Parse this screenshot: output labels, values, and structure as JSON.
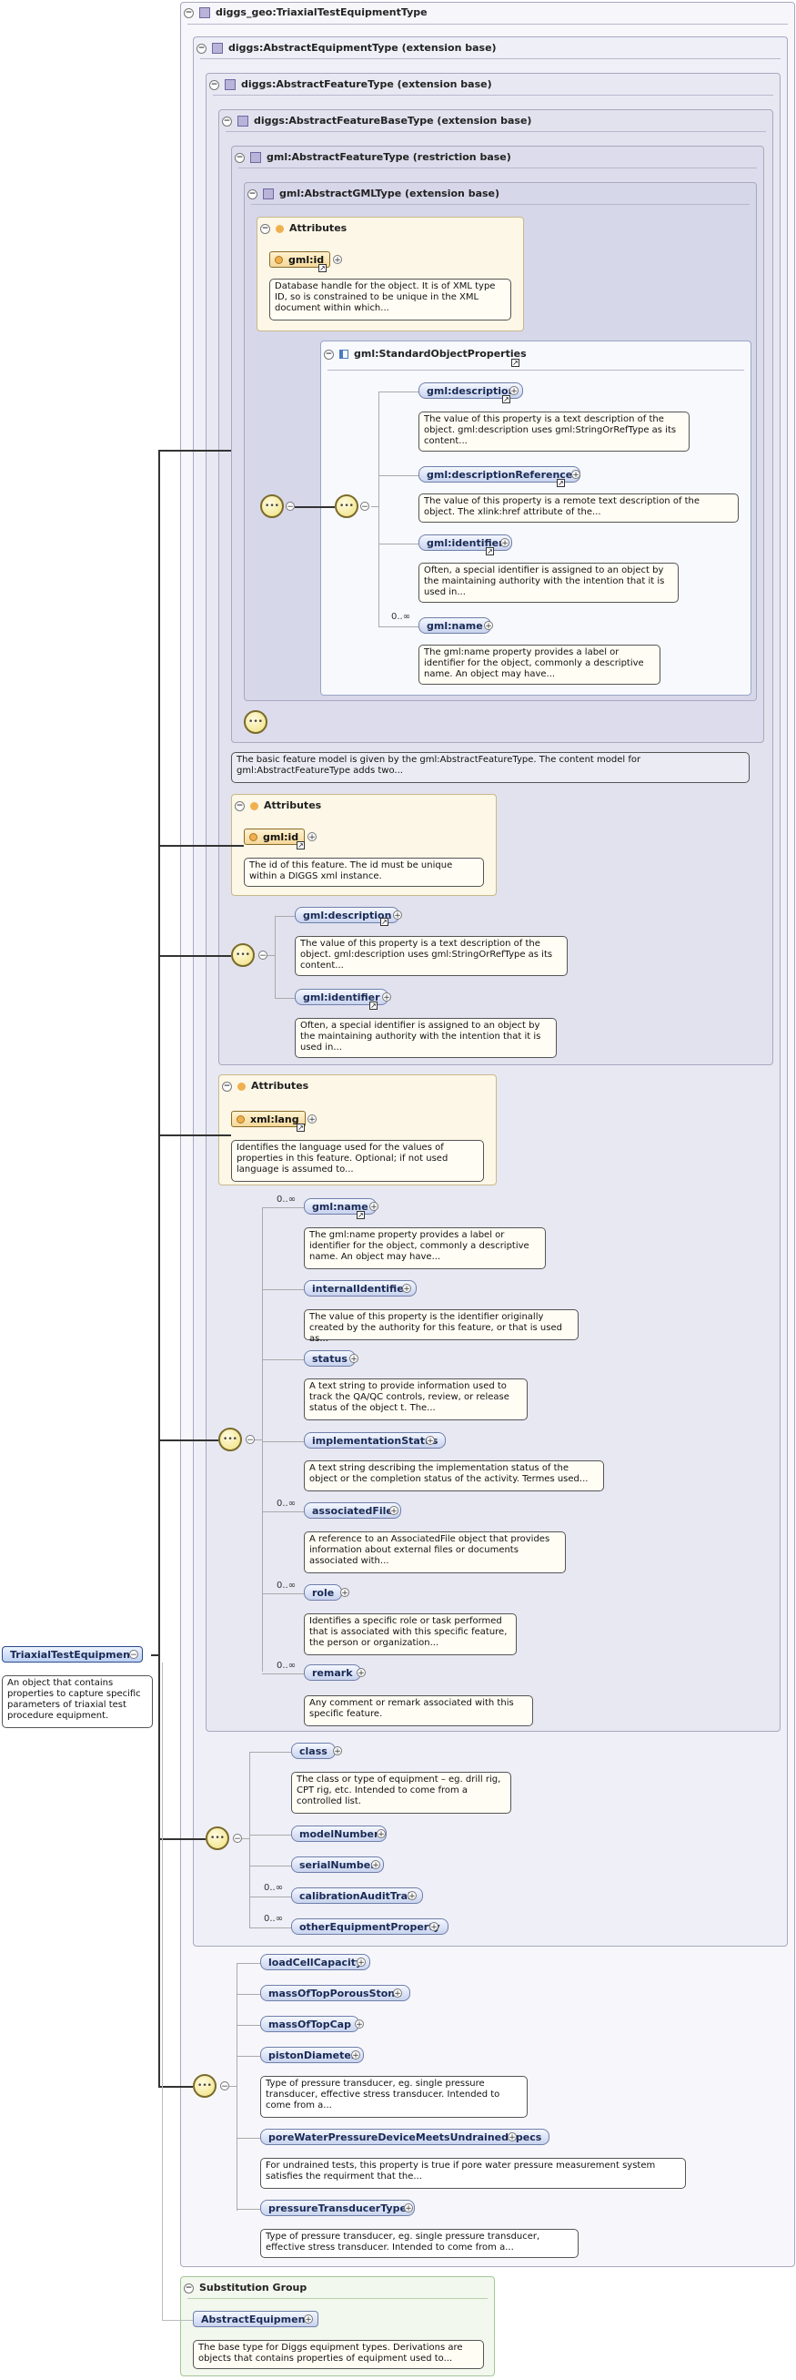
{
  "boxes": {
    "triaxial": "diggs_geo:TriaxialTestEquipmentType",
    "abstract_equipment": "diggs:AbstractEquipmentType (extension base)",
    "abstract_feature": "diggs:AbstractFeatureType (extension base)",
    "abstract_feature_base": "diggs:AbstractFeatureBaseType (extension base)",
    "gml_abstract_feature": "gml:AbstractFeatureType (restriction base)",
    "gml_abstract_gml": "gml:AbstractGMLType (extension base)",
    "standard_props": "gml:StandardObjectProperties",
    "substitution_group": "Substitution Group"
  },
  "attributes_label": "Attributes",
  "gml_attrs": {
    "id_label": "gml:id",
    "id_doc": "Database handle for the object. It is of XML type ID, so is constrained to be unique in the XML document within which..."
  },
  "standard_elements": [
    {
      "name": "gml:description",
      "doc": "The value of this property is a text description of the object. gml:description uses gml:StringOrRefType as its content..."
    },
    {
      "name": "gml:descriptionReference",
      "doc": "The value of this property is a remote text description of the object. The xlink:href attribute of the..."
    },
    {
      "name": "gml:identifier",
      "doc": "Often, a special identifier is assigned to an object by the maintaining authority with the intention that it is used in..."
    },
    {
      "name": "gml:name",
      "occurs": "0..∞",
      "doc": "The gml:name property provides a label or identifier for the object, commonly a descriptive name. An object may have..."
    }
  ],
  "feature_doc": "The basic feature model is given by the gml:AbstractFeatureType. The content model for gml:AbstractFeatureType adds two...",
  "base_attrs": {
    "id_label": "gml:id",
    "id_doc": "The id of this feature. The id must be unique within a DIGGS xml instance."
  },
  "base_elements": [
    {
      "name": "gml:description",
      "doc": "The value of this property is a text description of the object. gml:description uses gml:StringOrRefType as its content..."
    },
    {
      "name": "gml:identifier",
      "doc": "Often, a special identifier is assigned to an object by the maintaining authority with the intention that it is used in..."
    }
  ],
  "feature_attrs": {
    "lang_label": "xml:lang",
    "lang_doc": "Identifies the language used for the values of properties in this feature. Optional; if not used language is assumed to..."
  },
  "feature_elements": [
    {
      "name": "gml:name",
      "occurs": "0..∞",
      "doc": "The gml:name property provides a label or identifier for the object, commonly a descriptive name. An object may have..."
    },
    {
      "name": "internalIdentifier",
      "doc": "The value of this property is the identifier originally created by the authority for this feature, or that is used as..."
    },
    {
      "name": "status",
      "doc": "A text string to provide information used to track the QA/QC controls, review, or release status of the object t. The..."
    },
    {
      "name": "implementationStatus",
      "doc": "A text string describing the implementation status of the object or the completion status of the activity. Termes used..."
    },
    {
      "name": "associatedFile",
      "occurs": "0..∞",
      "doc": "A reference to an AssociatedFile object that provides information about external files or documents associated with..."
    },
    {
      "name": "role",
      "occurs": "0..∞",
      "doc": "Identifies a specific role or task performed that is associated with this specific feature, the person or organization..."
    },
    {
      "name": "remark",
      "occurs": "0..∞",
      "doc": "Any comment or remark associated with this specific feature."
    }
  ],
  "equipment_elements": [
    {
      "name": "class",
      "doc": "The class or type of equipment – eg. drill rig, CPT rig, etc. Intended to come from a controlled list."
    },
    {
      "name": "modelNumber"
    },
    {
      "name": "serialNumber"
    },
    {
      "name": "calibrationAuditTrail",
      "occurs": "0..∞"
    },
    {
      "name": "otherEquipmentProperty",
      "occurs": "0..∞"
    }
  ],
  "triaxial_elements": [
    {
      "name": "loadCellCapacity"
    },
    {
      "name": "massOfTopPorousStone"
    },
    {
      "name": "massOfTopCap"
    },
    {
      "name": "pistonDiameter",
      "doc": "Type of pressure transducer, eg. single pressure transducer, effective stress transducer. Intended to come from a..."
    },
    {
      "name": "poreWaterPressureDeviceMeetsUndrainedSpecs",
      "doc": "For undrained tests, this property is true if pore water pressure measurement system satisfies the requirment that the..."
    },
    {
      "name": "pressureTransducerType",
      "doc": "Type of pressure transducer, eg. single pressure transducer, effective stress transducer. Intended to come from a..."
    }
  ],
  "root": {
    "name": "TriaxialTestEquipment",
    "doc": "An object that contains properties to capture specific parameters of triaxial test procedure equipment."
  },
  "substitution": {
    "name": "AbstractEquipment",
    "doc": "The base type for Diggs equipment types. Derivations are objects that contains properties of equipment used to..."
  },
  "symbols": {
    "collapse": "−",
    "expand": "+",
    "link": "↗",
    "sequence": "•••"
  }
}
